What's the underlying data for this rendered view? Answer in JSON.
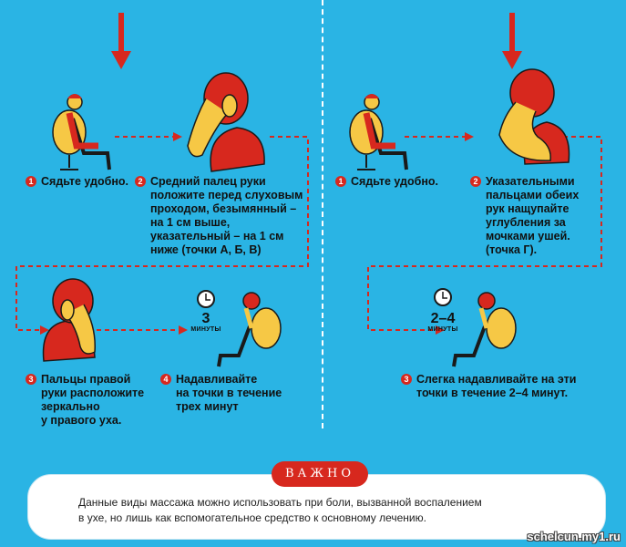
{
  "colors": {
    "background": "#2ab4e4",
    "accent": "#d7281e",
    "figure": "#f6c845",
    "text": "#111111"
  },
  "left": {
    "step1": {
      "num": "1",
      "text": "Сядьте удобно."
    },
    "step2": {
      "num": "2",
      "lines": [
        "Средний палец руки",
        "положите перед слуховым",
        "проходом, безымянный –",
        "на 1 см выше,",
        "указательный – на 1 см",
        "ниже (точки А, Б, В)"
      ]
    },
    "step3": {
      "num": "3",
      "lines": [
        "Пальцы правой",
        "руки расположите",
        "зеркально",
        "у правого уха."
      ]
    },
    "step4": {
      "num": "4",
      "lines": [
        "Надавливайте",
        "на точки в течение",
        "трех минут"
      ]
    },
    "timer": {
      "value": "3",
      "unit": "МИНУТЫ"
    }
  },
  "right": {
    "step1": {
      "num": "1",
      "text": "Сядьте удобно."
    },
    "step2": {
      "num": "2",
      "lines": [
        "Указательными",
        "пальцами обеих",
        "рук нащупайте",
        "углубления за",
        "мочками ушей.",
        "(точка Г)."
      ]
    },
    "step3": {
      "num": "3",
      "lines": [
        "Слегка надавливайте на эти",
        "точки в течение 2–4 минут."
      ]
    },
    "timer": {
      "value": "2–4",
      "unit": "МИНУТЫ"
    }
  },
  "important": {
    "badge": "ВАЖНО",
    "lines": [
      "Данные виды массажа можно использовать при боли, вызванной воспалением",
      "в ухе, но лишь как вспомогательное средство к основному лечению."
    ]
  },
  "watermark": "schelcun.my1.ru"
}
